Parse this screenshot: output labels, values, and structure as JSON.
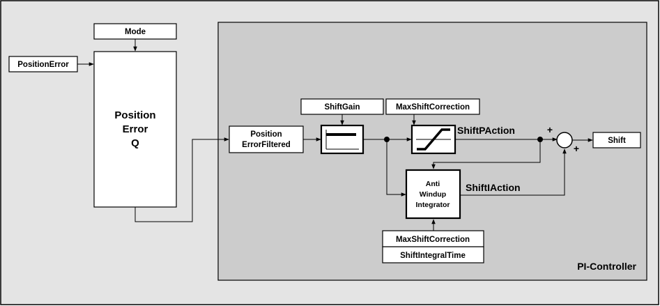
{
  "diagram": {
    "inputs": {
      "mode": "Mode",
      "position_error": "PositionError"
    },
    "main_block": {
      "line1": "Position",
      "line2": "Error",
      "line3": "Q"
    },
    "controller": {
      "title": "PI-Controller",
      "filtered_block": {
        "line1": "Position",
        "line2": "ErrorFiltered"
      },
      "shift_gain": "ShiftGain",
      "max_shift_correction_top": "MaxShiftCorrection",
      "shift_p_action": "ShiftPAction",
      "shift_i_action": "ShiftIAction",
      "integrator": {
        "line1": "Anti",
        "line2": "Windup",
        "line3": "Integrator"
      },
      "max_shift_correction_bottom": "MaxShiftCorrection",
      "shift_integral_time": "ShiftIntegralTime",
      "sum_sign_top": "+",
      "sum_sign_bottom": "+",
      "output": "Shift"
    }
  },
  "colors": {
    "outer_background": "#e4e4e4",
    "controller_background": "#cccccc",
    "block_fill": "#ffffff",
    "lines": "#000000"
  }
}
